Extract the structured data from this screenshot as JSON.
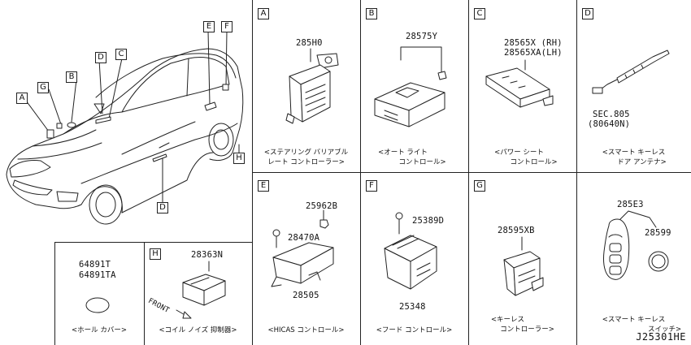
{
  "diagram_code": "J25301HE",
  "overview": {
    "callouts": [
      "A",
      "G",
      "B",
      "D",
      "C",
      "E",
      "F",
      "H",
      "D"
    ]
  },
  "panels": {
    "A": {
      "letter": "A",
      "parts": [
        "285H0"
      ],
      "caption": [
        "<ステアリング バリアブル",
        "レート コントローラー>"
      ]
    },
    "B": {
      "letter": "B",
      "parts": [
        "28575Y"
      ],
      "caption": [
        "<オート ライト",
        "コントロール>"
      ]
    },
    "C": {
      "letter": "C",
      "parts": [
        "28565X (RH)",
        "28565XA(LH)"
      ],
      "caption": [
        "<パワー シート",
        "コントロール>"
      ]
    },
    "D": {
      "letter": "D",
      "parts": [
        "SEC.805",
        "(80640N)"
      ],
      "caption": [
        "<スマート キーレス",
        "ドア アンテナ>"
      ]
    },
    "E": {
      "letter": "E",
      "parts": [
        "25962B",
        "28470A",
        "28505"
      ],
      "caption": [
        "<HICAS コントロール>"
      ]
    },
    "F": {
      "letter": "F",
      "parts": [
        "25389D",
        "25348"
      ],
      "caption": [
        "<フード コントロール>"
      ]
    },
    "G": {
      "letter": "G",
      "parts": [
        "28595XB"
      ],
      "caption": [
        "<キーレス",
        "コントローラー>"
      ]
    },
    "KEY": {
      "parts": [
        "285E3",
        "28599"
      ],
      "caption": [
        "<スマート キーレス",
        "スイッチ>"
      ]
    },
    "HOLE": {
      "parts": [
        "64891T",
        "64891TA"
      ],
      "caption": [
        "<ホール カバー>"
      ]
    },
    "H": {
      "letter": "H",
      "parts": [
        "28363N"
      ],
      "arrow_label": "FRONT",
      "caption": [
        "<コイル ノイズ 抑制器>"
      ]
    }
  }
}
